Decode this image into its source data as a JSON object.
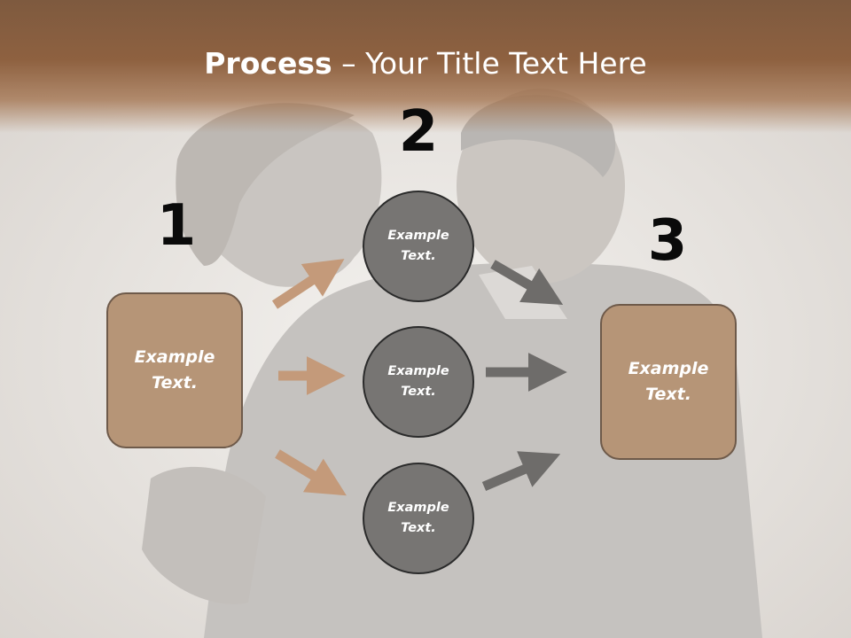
{
  "slide": {
    "title_bold": "Process",
    "title_rest": " – Your Title Text Here"
  },
  "steps": {
    "one": "1",
    "two": "2",
    "three": "3"
  },
  "left_box": {
    "label": "Example\nText."
  },
  "right_box": {
    "label": "Example\nText."
  },
  "circles": [
    {
      "label": "Example\nText."
    },
    {
      "label": "Example\nText."
    },
    {
      "label": "Example\nText."
    }
  ],
  "colors": {
    "title_band": "#8e6140",
    "box_fill": "#b69577",
    "circle_fill": "#777573",
    "arrow_left": "#c49a7a",
    "arrow_right": "#6e6c6a"
  }
}
